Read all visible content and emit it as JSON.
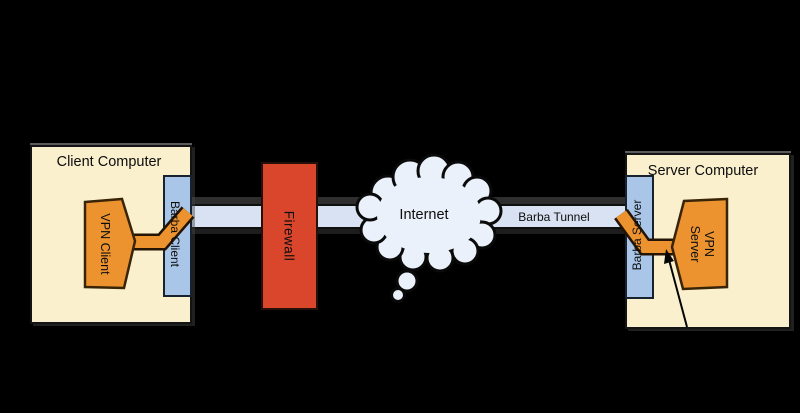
{
  "diagram": {
    "client_computer": {
      "title": "Client Computer",
      "vpn_client_label": "VPN Client",
      "barba_client_label": "Barba Client"
    },
    "firewall": {
      "label": "Firewall"
    },
    "internet": {
      "label": "Internet"
    },
    "tunnel": {
      "label": "Barba Tunnel"
    },
    "server_computer": {
      "title": "Server Computer",
      "vpn_server_label": "VPN Server",
      "barba_server_label": "Barba Server"
    },
    "colors": {
      "background": "#000000",
      "computer_box_fill": "#FAF0CD",
      "module_blue_fill": "#A9C6E8",
      "tunnel_band_fill": "#D8E2F2",
      "firewall_fill": "#D9462B",
      "vpn_orange_fill": "#EC9330",
      "cloud_fill": "#EAF1FB",
      "outline_black": "#111111"
    }
  }
}
